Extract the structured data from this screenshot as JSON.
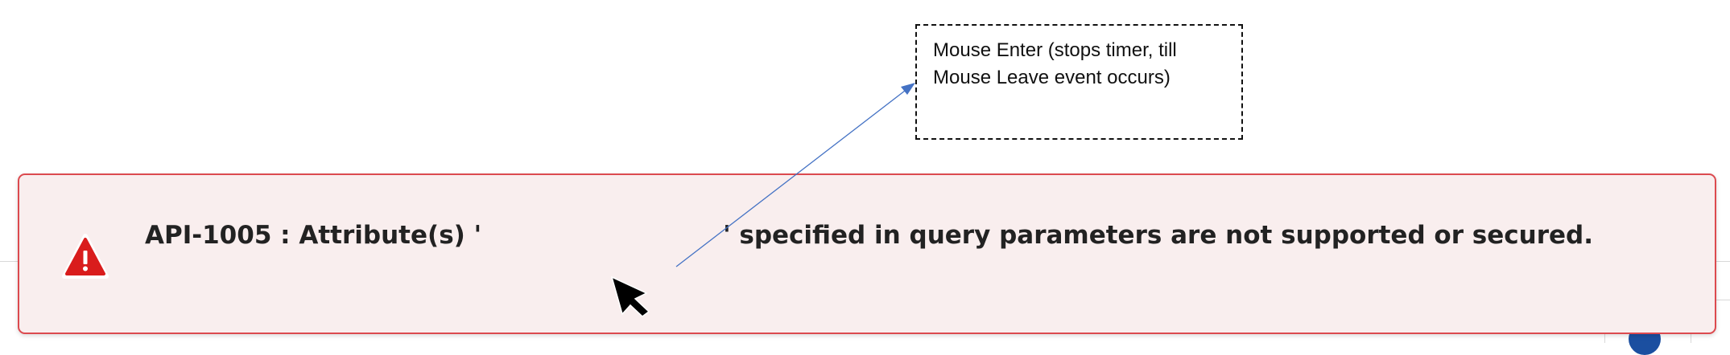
{
  "toast": {
    "icon": "warning-triangle-icon",
    "message_prefix": "API-1005 : Attribute(s) '",
    "message_suffix": "' specified in query parameters are not supported or secured.",
    "border_color": "#dc4a4f",
    "background_color": "#f9eeee"
  },
  "annotation": {
    "text": "Mouse Enter (stops timer, till Mouse Leave event occurs)",
    "arrow_color": "#4472c4"
  },
  "cursor": {
    "icon": "mouse-pointer-icon"
  }
}
